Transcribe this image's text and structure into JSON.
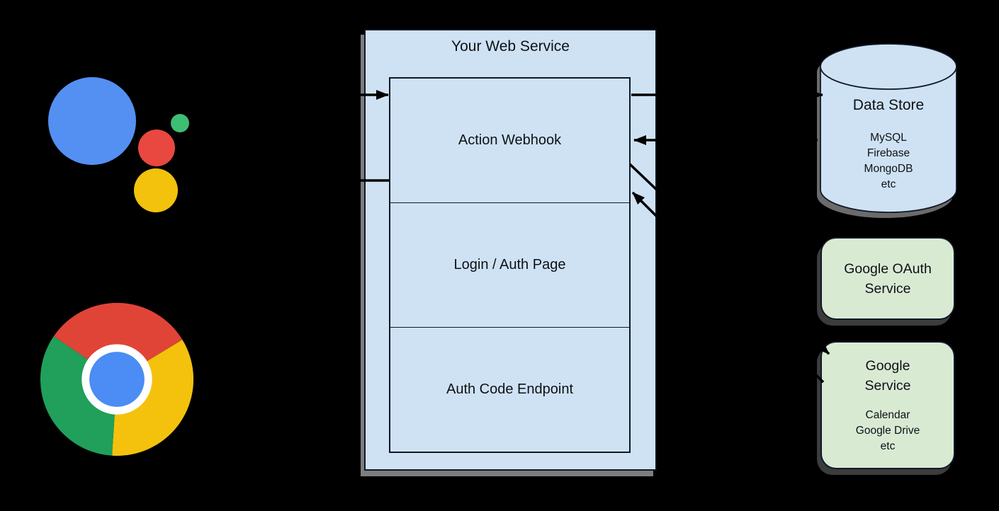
{
  "diagram": {
    "background_color": "#000000",
    "line_color": "#000000",
    "border_color": "#101826",
    "shadow_color": "#7d7d7d"
  },
  "logos": {
    "assistant": {
      "icon": "google-assistant-logo",
      "colors": {
        "blue": "#5490F2",
        "green": "#3EBD75",
        "red": "#E8483F",
        "yellow": "#F2C20C"
      }
    },
    "chrome": {
      "icon": "chrome-logo",
      "colors": {
        "red": "#E04437",
        "yellow": "#F4C20D",
        "green": "#20A05A",
        "blue": "#4B8CF5",
        "white": "#FFFFFF"
      }
    }
  },
  "web_service": {
    "title": "Your Web Service",
    "fill": "#cfe2f3",
    "sections": [
      {
        "label": "Action Webhook"
      },
      {
        "label": "Login / Auth Page"
      },
      {
        "label": "Auth Code Endpoint"
      }
    ]
  },
  "data_store": {
    "title": "Data Store",
    "fill": "#cfe2f3",
    "items": [
      "MySQL",
      "Firebase",
      "MongoDB",
      "etc"
    ]
  },
  "google_oauth": {
    "fill": "#d9ead3",
    "lines": [
      "Google OAuth",
      "Service"
    ]
  },
  "google_service": {
    "fill": "#d9ead3",
    "lines": [
      "Google",
      "Service"
    ],
    "items": [
      "Calendar",
      "Google Drive",
      "etc"
    ]
  },
  "arrows": [
    {
      "name": "arrow-assistant-to-webhook"
    },
    {
      "name": "arrow-webhook-to-assistant"
    },
    {
      "name": "arrow-webhook-to-datastore"
    },
    {
      "name": "arrow-datastore-to-webhook"
    },
    {
      "name": "arrow-webhook-to-google-service"
    },
    {
      "name": "arrow-google-service-to-webhook"
    }
  ]
}
